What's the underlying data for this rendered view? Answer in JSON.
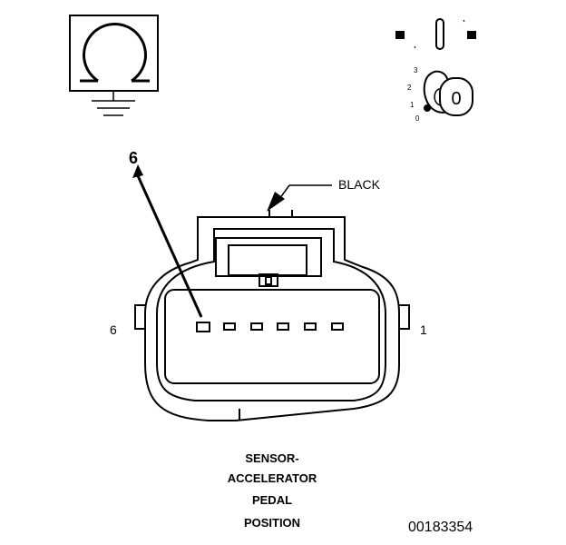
{
  "callout": {
    "pin_label": "6",
    "color_label": "BLACK"
  },
  "connector": {
    "left_pin_number": "6",
    "right_pin_number": "1",
    "pin_count": 6
  },
  "ignition": {
    "positions": [
      "3",
      "2",
      "1",
      "0"
    ],
    "key_mark": "0"
  },
  "caption": {
    "lines": [
      "SENSOR-",
      "ACCELERATOR",
      "PEDAL",
      "POSITION"
    ]
  },
  "figure_id": "00183354",
  "icons": {
    "meter": "ohmmeter-icon",
    "ground": "ground-icon",
    "battery": "battery-disconnect-icon",
    "ignition": "ignition-key-icon"
  }
}
